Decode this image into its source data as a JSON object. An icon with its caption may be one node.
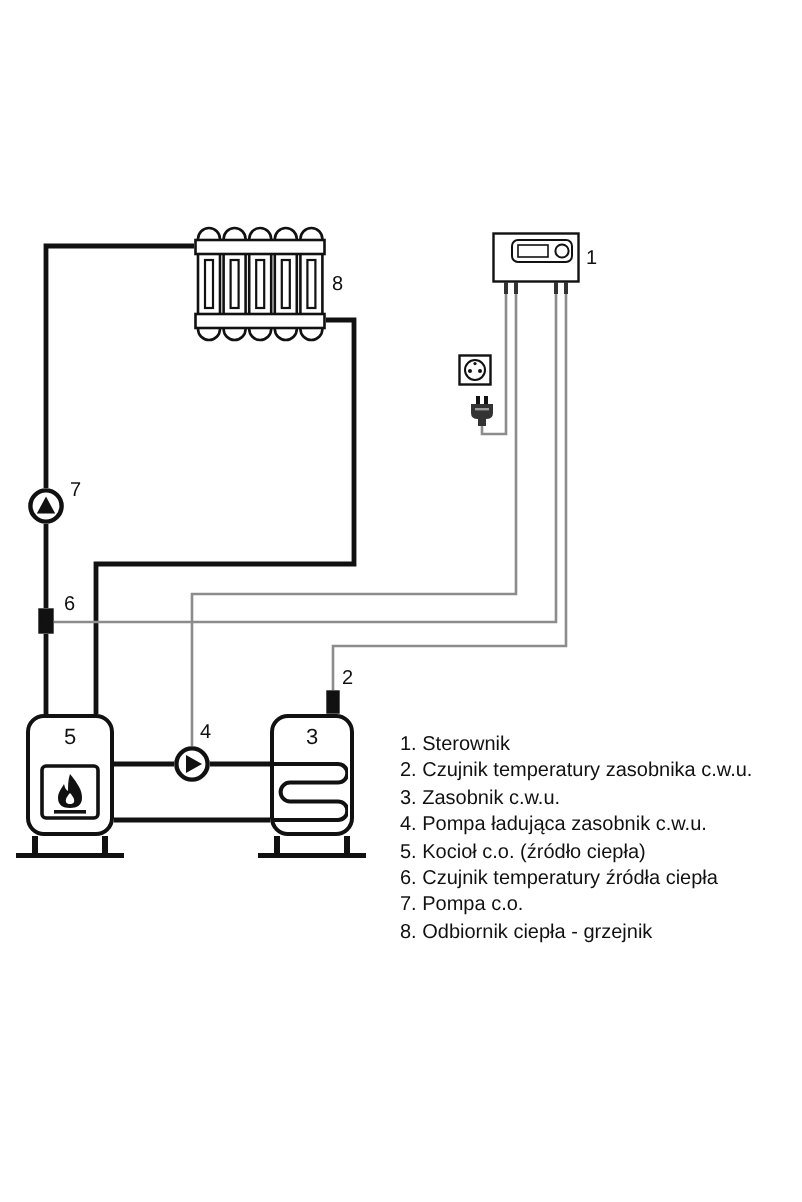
{
  "diagram": {
    "nodes": [
      {
        "text": [],
        "shape": "box",
        "beside": [
          "1"
        ]
      },
      {
        "text": [],
        "shape": "box",
        "beside": [
          "2"
        ]
      },
      {
        "text": [
          "3"
        ]
      },
      {
        "text": [],
        "shape": "circle",
        "beside": [
          "4"
        ]
      },
      {
        "text": [
          "5"
        ]
      },
      {
        "text": [],
        "shape": "box",
        "beside": [
          "6"
        ]
      },
      {
        "text": [],
        "shape": "circle",
        "beside": [
          "7"
        ]
      },
      {
        "text": [],
        "shape": "picture",
        "beside": [
          "8"
        ]
      },
      {
        "text": [],
        "shape": "picture"
      }
    ],
    "edges": [
      {
        "from": 4,
        "to": 5,
        "arrow": "none"
      },
      {
        "from": 5,
        "to": 6,
        "arrow": "none"
      },
      {
        "from": 6,
        "to": 7,
        "arrow": "none"
      },
      {
        "from": 7,
        "to": 4,
        "arrow": "none"
      },
      {
        "from": 4,
        "to": 3,
        "arrow": "none"
      },
      {
        "from": 3,
        "to": 2,
        "arrow": "none"
      },
      {
        "from": 4,
        "to": 2,
        "arrow": "none"
      },
      {
        "from": 0,
        "to": 8,
        "arrow": "none",
        "color": "#8c8c8c"
      },
      {
        "from": 0,
        "to": 3,
        "arrow": "none",
        "color": "#8c8c8c"
      },
      {
        "from": 0,
        "to": 5,
        "arrow": "none",
        "color": "#8c8c8c"
      },
      {
        "from": 0,
        "to": 1,
        "arrow": "none",
        "color": "#8c8c8c"
      }
    ],
    "labels": [
      "1. Sterownik",
      "2. Czujnik temperatury zasobnika c.w.u.",
      "3. Zasobnik c.w.u.",
      "4. Pompa ładująca zasobnik c.w.u.",
      "5. Kocioł c.o. (źródło ciepła)",
      "6. Czujnik temperatury źródła ciepła",
      "7. Pompa c.o.",
      "8. Odbiornik ciepła - grzejnik"
    ]
  }
}
